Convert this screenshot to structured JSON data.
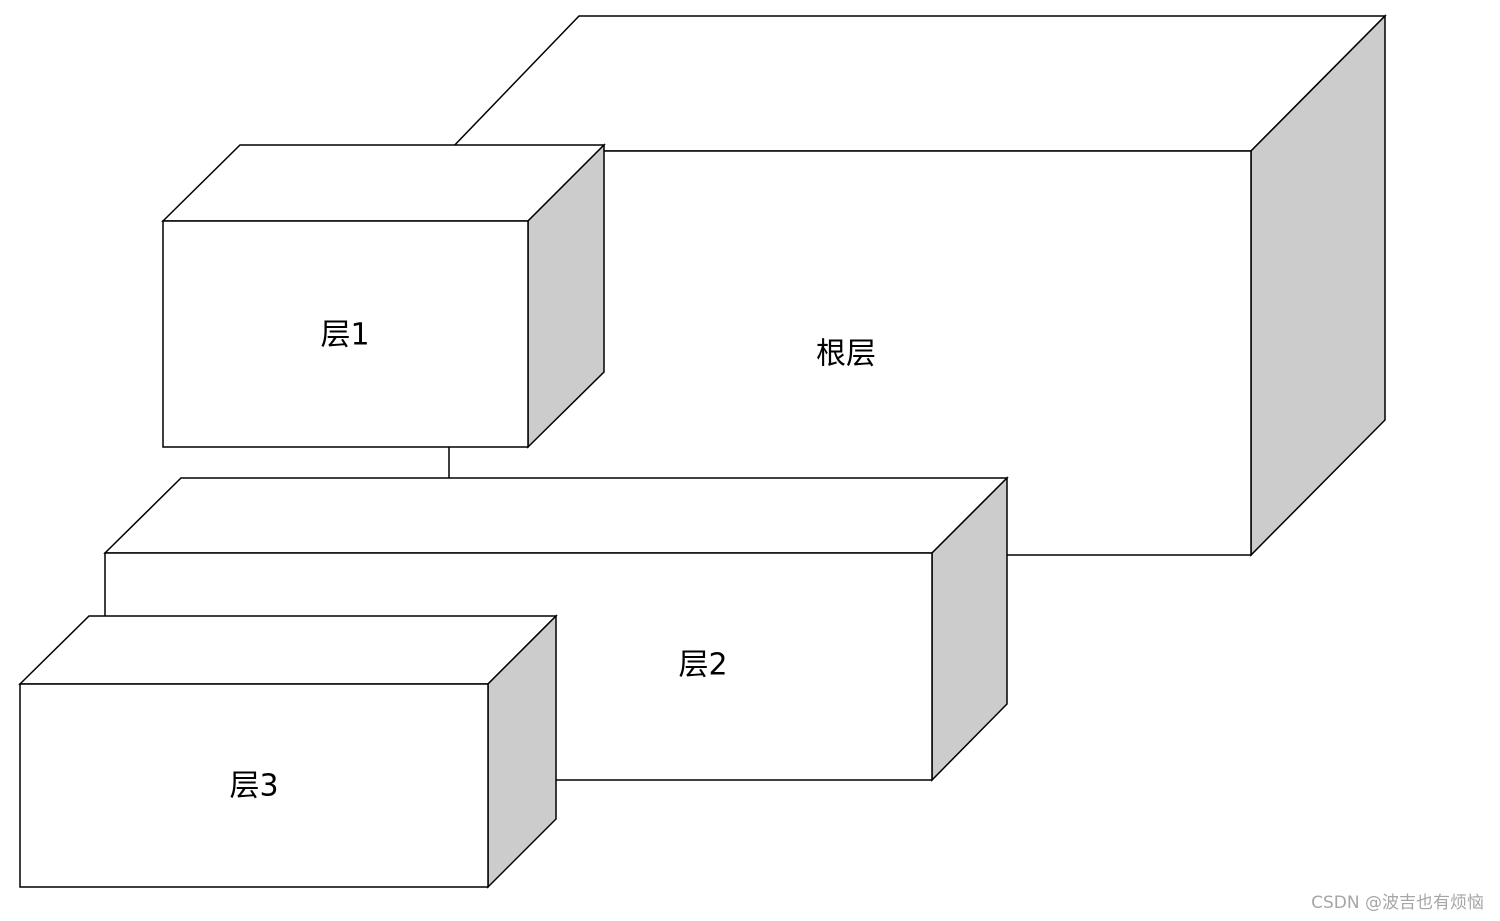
{
  "diagram": {
    "boxes": [
      {
        "id": "root",
        "label": "根层"
      },
      {
        "id": "layer1",
        "label": "层1"
      },
      {
        "id": "layer2",
        "label": "层2"
      },
      {
        "id": "layer3",
        "label": "层3"
      }
    ],
    "colors": {
      "face": "#ffffff",
      "side": "#cccccc",
      "stroke": "#000000"
    }
  },
  "watermark": "CSDN @波吉也有烦恼"
}
